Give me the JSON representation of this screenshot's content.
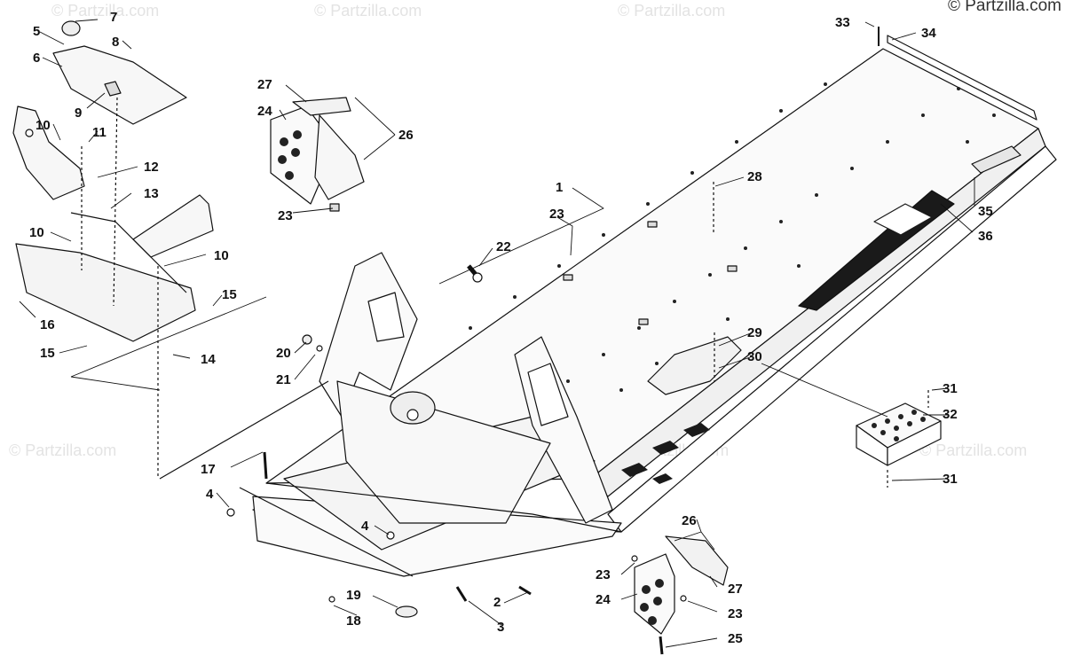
{
  "copyright": "© Partzilla.com",
  "watermark": "© Partzilla.com",
  "callouts": {
    "c1": "1",
    "c2": "2",
    "c3": "3",
    "c4a": "4",
    "c4b": "4",
    "c5": "5",
    "c6": "6",
    "c7": "7",
    "c8": "8",
    "c9": "9",
    "c10a": "10",
    "c10b": "10",
    "c10c": "10",
    "c11": "11",
    "c12": "12",
    "c13": "13",
    "c14": "14",
    "c15a": "15",
    "c15b": "15",
    "c16": "16",
    "c17": "17",
    "c18": "18",
    "c19": "19",
    "c20": "20",
    "c21": "21",
    "c22": "22",
    "c23a": "23",
    "c23b": "23",
    "c23c": "23",
    "c23d": "23",
    "c24a": "24",
    "c24b": "24",
    "c25": "25",
    "c26a": "26",
    "c26b": "26",
    "c27a": "27",
    "c27b": "27",
    "c28": "28",
    "c29": "29",
    "c30": "30",
    "c31a": "31",
    "c31b": "31",
    "c32": "32",
    "c33": "33",
    "c34": "34",
    "c35": "35",
    "c36": "36"
  }
}
